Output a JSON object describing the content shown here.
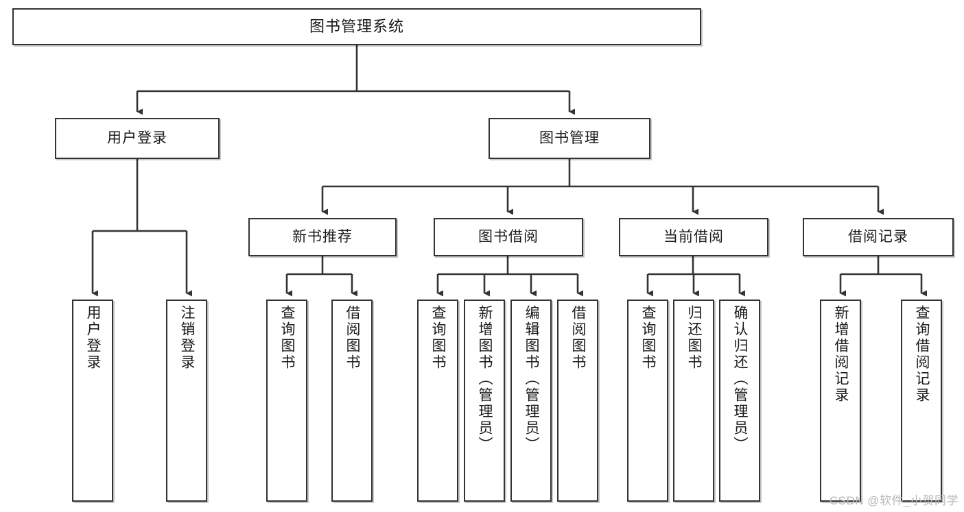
{
  "diagram": {
    "type": "hierarchy-tree",
    "title": "图书管理系统",
    "levels": 4,
    "root": {
      "label": "图书管理系统"
    },
    "level2": [
      {
        "label": "用户登录"
      },
      {
        "label": "图书管理"
      }
    ],
    "level3": [
      {
        "label": "新书推荐"
      },
      {
        "label": "图书借阅"
      },
      {
        "label": "当前借阅"
      },
      {
        "label": "借阅记录"
      }
    ],
    "leaves_user_login": [
      {
        "label": "用户登录"
      },
      {
        "label": "注销登录"
      }
    ],
    "leaves_new_books": [
      {
        "label": "查询图书"
      },
      {
        "label": "借阅图书"
      }
    ],
    "leaves_borrow": [
      {
        "label": "查询图书"
      },
      {
        "label": "新增图书（管理员）"
      },
      {
        "label": "编辑图书（管理员）"
      },
      {
        "label": "借阅图书"
      }
    ],
    "leaves_current": [
      {
        "label": "查询图书"
      },
      {
        "label": "归还图书"
      },
      {
        "label": "确认归还（管理员）"
      }
    ],
    "leaves_records": [
      {
        "label": "新增借阅记录"
      },
      {
        "label": "查询借阅记录"
      }
    ]
  },
  "watermark": {
    "text": "CSDN @软件_小贺同学"
  },
  "colors": {
    "box_border": "#333333",
    "box_fill": "#ffffff",
    "connector": "#333333",
    "text": "#1a1a1a",
    "watermark": "#b8b8b8",
    "background": "#ffffff"
  }
}
